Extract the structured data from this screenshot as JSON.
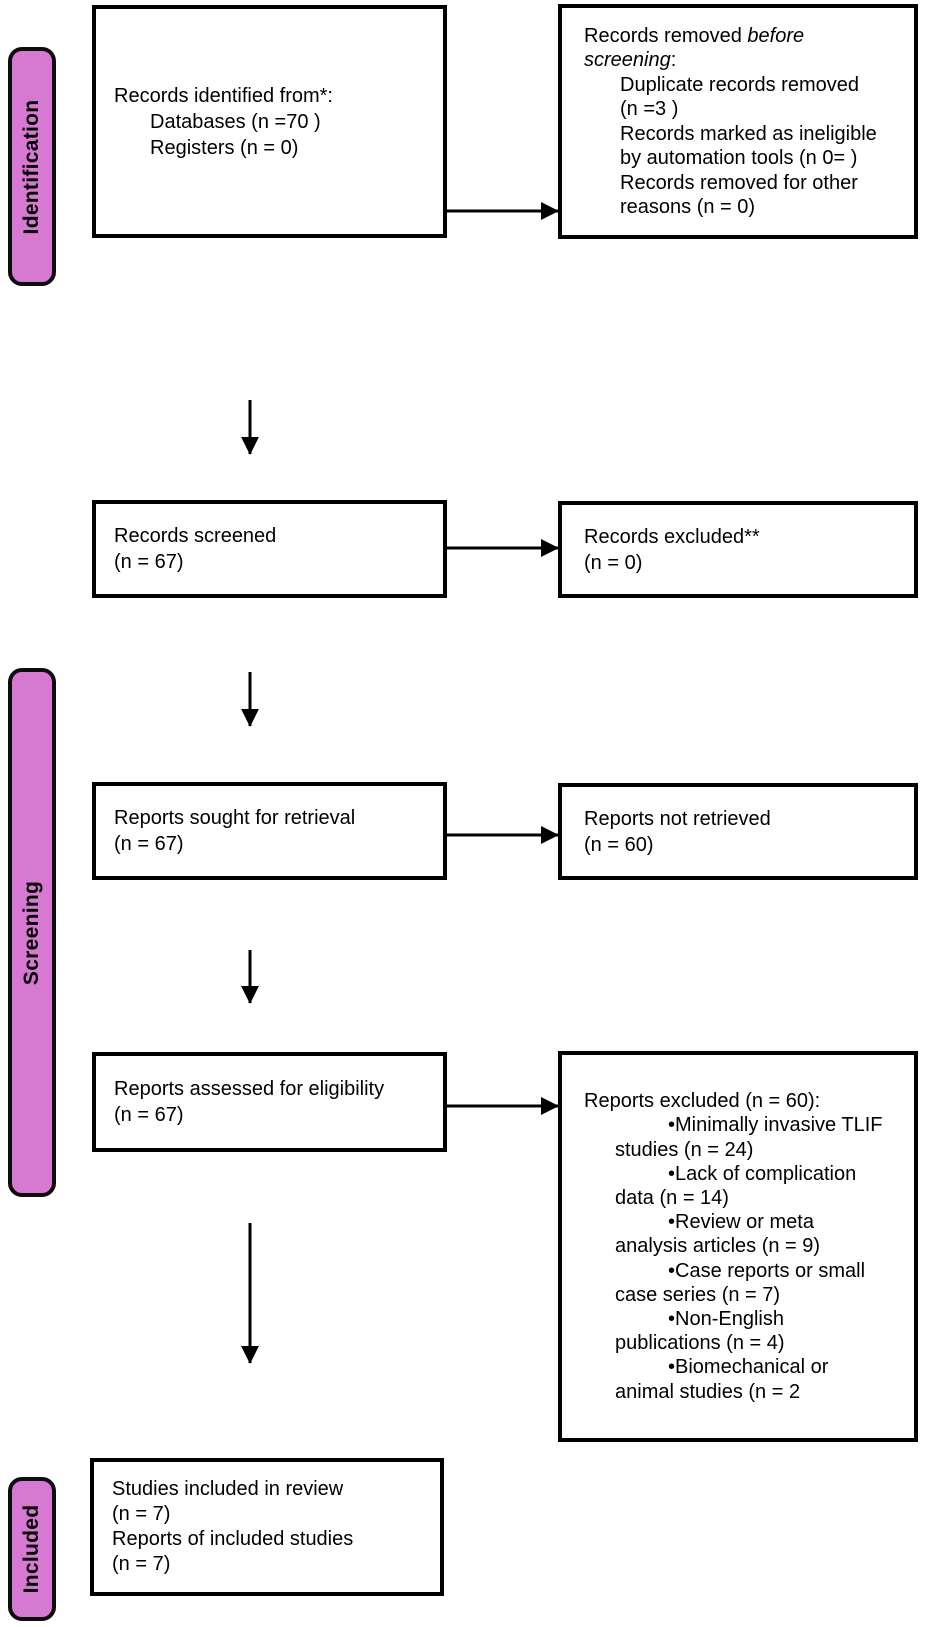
{
  "colors": {
    "stage_fill": "#D778D2",
    "box_border": "#000000",
    "arrow": "#000000",
    "text": "#000000"
  },
  "stages": {
    "identification": "Identification",
    "screening": "Screening",
    "included": "Included"
  },
  "boxes": {
    "identified": {
      "lines": [
        "Records identified from*:",
        "Databases (n =70 )",
        "Registers (n = 0)"
      ]
    },
    "removed": {
      "line1_normal": "Records removed ",
      "line1_italic": "before",
      "line2_italic": "screening",
      "line2_normal": ":",
      "items": [
        "Duplicate records removed",
        "(n =3 )",
        "Records marked as ineligible",
        "by automation tools (n 0= )",
        "Records removed for other",
        "reasons (n = 0)"
      ]
    },
    "screened": {
      "lines": [
        "Records screened",
        "(n = 67)"
      ]
    },
    "records_excluded": {
      "lines": [
        "Records excluded**",
        "(n = 0)"
      ]
    },
    "sought": {
      "lines": [
        "Reports sought for retrieval",
        "(n = 67)"
      ]
    },
    "not_retrieved": {
      "lines": [
        "Reports not retrieved",
        "(n = 60)"
      ]
    },
    "assessed": {
      "lines": [
        "Reports assessed for eligibility",
        "(n = 67)"
      ]
    },
    "reports_excluded": {
      "heading": "Reports excluded (n = 60):",
      "reasons": [
        {
          "bullet": "•Minimally invasive TLIF",
          "wrap": "studies (n = 24)"
        },
        {
          "bullet": "•Lack of complication",
          "wrap": "data (n = 14)"
        },
        {
          "bullet": "•Review or meta",
          "wrap": "analysis articles (n = 9)"
        },
        {
          "bullet": "•Case reports or small",
          "wrap": "case series (n = 7)"
        },
        {
          "bullet": "•Non-English",
          "wrap": "publications (n = 4)"
        },
        {
          "bullet": "•Biomechanical or",
          "wrap": "animal studies (n = 2"
        }
      ]
    },
    "included_studies": {
      "lines": [
        "Studies included in review",
        "(n = 7)",
        "Reports of included studies",
        "(n = 7)"
      ]
    }
  }
}
